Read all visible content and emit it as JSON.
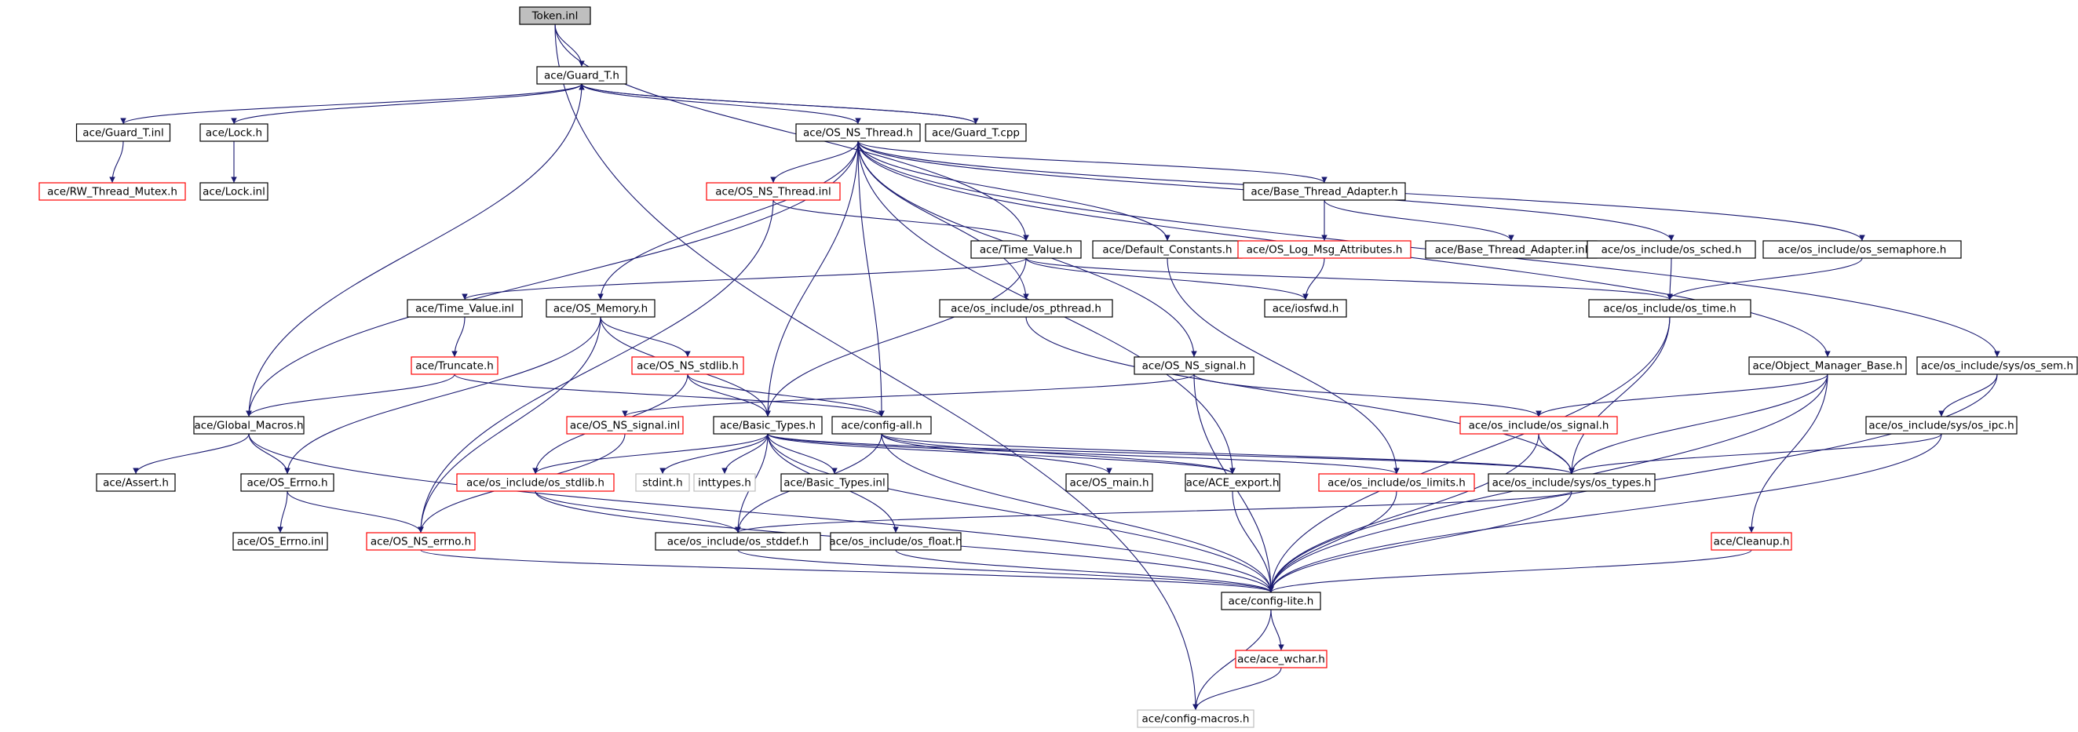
{
  "colors": {
    "edge": "#191970",
    "normal_border": "#000000",
    "truncated_border": "#ff0000",
    "external_border": "#bfbfbf",
    "root_fill": "#bfbfbf",
    "fill": "#ffffff",
    "text": "#000000",
    "external_text": "#404040"
  },
  "nodes": [
    {
      "id": "token_inl",
      "label": "Token.inl",
      "kind": "root"
    },
    {
      "id": "guard_t_h",
      "label": "ace/Guard_T.h",
      "kind": "normal"
    },
    {
      "id": "guard_t_inl",
      "label": "ace/Guard_T.inl",
      "kind": "normal"
    },
    {
      "id": "lock_h",
      "label": "ace/Lock.h",
      "kind": "normal"
    },
    {
      "id": "os_ns_thread_h",
      "label": "ace/OS_NS_Thread.h",
      "kind": "normal"
    },
    {
      "id": "guard_t_cpp",
      "label": "ace/Guard_T.cpp",
      "kind": "normal"
    },
    {
      "id": "rw_thread_mutex_h",
      "label": "ace/RW_Thread_Mutex.h",
      "kind": "truncated"
    },
    {
      "id": "lock_inl",
      "label": "ace/Lock.inl",
      "kind": "normal"
    },
    {
      "id": "os_ns_thread_inl",
      "label": "ace/OS_NS_Thread.inl",
      "kind": "truncated"
    },
    {
      "id": "base_thread_adapter_h",
      "label": "ace/Base_Thread_Adapter.h",
      "kind": "normal"
    },
    {
      "id": "time_value_h",
      "label": "ace/Time_Value.h",
      "kind": "normal"
    },
    {
      "id": "default_constants_h",
      "label": "ace/Default_Constants.h",
      "kind": "normal"
    },
    {
      "id": "os_log_msg_attributes_h",
      "label": "ace/OS_Log_Msg_Attributes.h",
      "kind": "truncated"
    },
    {
      "id": "base_thread_adapter_inl",
      "label": "ace/Base_Thread_Adapter.inl",
      "kind": "normal"
    },
    {
      "id": "os_sched_h",
      "label": "ace/os_include/os_sched.h",
      "kind": "normal"
    },
    {
      "id": "os_semaphore_h",
      "label": "ace/os_include/os_semaphore.h",
      "kind": "normal"
    },
    {
      "id": "time_value_inl",
      "label": "ace/Time_Value.inl",
      "kind": "normal"
    },
    {
      "id": "os_memory_h",
      "label": "ace/OS_Memory.h",
      "kind": "normal"
    },
    {
      "id": "os_pthread_h",
      "label": "ace/os_include/os_pthread.h",
      "kind": "normal"
    },
    {
      "id": "iosfwd_h",
      "label": "ace/iosfwd.h",
      "kind": "normal"
    },
    {
      "id": "os_time_h",
      "label": "ace/os_include/os_time.h",
      "kind": "normal"
    },
    {
      "id": "truncate_h",
      "label": "ace/Truncate.h",
      "kind": "truncated"
    },
    {
      "id": "os_ns_stdlib_h",
      "label": "ace/OS_NS_stdlib.h",
      "kind": "truncated"
    },
    {
      "id": "os_ns_signal_h",
      "label": "ace/OS_NS_signal.h",
      "kind": "normal"
    },
    {
      "id": "object_manager_base_h",
      "label": "ace/Object_Manager_Base.h",
      "kind": "normal"
    },
    {
      "id": "os_sem_h",
      "label": "ace/os_include/sys/os_sem.h",
      "kind": "normal"
    },
    {
      "id": "global_macros_h",
      "label": "ace/Global_Macros.h",
      "kind": "normal"
    },
    {
      "id": "os_ns_signal_inl",
      "label": "ace/OS_NS_signal.inl",
      "kind": "truncated"
    },
    {
      "id": "basic_types_h",
      "label": "ace/Basic_Types.h",
      "kind": "normal"
    },
    {
      "id": "config_all_h",
      "label": "ace/config-all.h",
      "kind": "normal"
    },
    {
      "id": "os_signal_h",
      "label": "ace/os_include/os_signal.h",
      "kind": "truncated"
    },
    {
      "id": "os_ipc_h",
      "label": "ace/os_include/sys/os_ipc.h",
      "kind": "normal"
    },
    {
      "id": "assert_h",
      "label": "ace/Assert.h",
      "kind": "normal"
    },
    {
      "id": "os_errno_h",
      "label": "ace/OS_Errno.h",
      "kind": "normal"
    },
    {
      "id": "os_stdlib_h",
      "label": "ace/os_include/os_stdlib.h",
      "kind": "truncated"
    },
    {
      "id": "stdint_h",
      "label": "stdint.h",
      "kind": "external"
    },
    {
      "id": "inttypes_h",
      "label": "inttypes.h",
      "kind": "external"
    },
    {
      "id": "basic_types_inl",
      "label": "ace/Basic_Types.inl",
      "kind": "normal"
    },
    {
      "id": "os_main_h",
      "label": "ace/OS_main.h",
      "kind": "normal"
    },
    {
      "id": "ace_export_h",
      "label": "ace/ACE_export.h",
      "kind": "normal"
    },
    {
      "id": "os_limits_h",
      "label": "ace/os_include/os_limits.h",
      "kind": "truncated"
    },
    {
      "id": "os_types_h",
      "label": "ace/os_include/sys/os_types.h",
      "kind": "normal"
    },
    {
      "id": "os_errno_inl",
      "label": "ace/OS_Errno.inl",
      "kind": "normal"
    },
    {
      "id": "os_ns_errno_h",
      "label": "ace/OS_NS_errno.h",
      "kind": "truncated"
    },
    {
      "id": "os_stddef_h",
      "label": "ace/os_include/os_stddef.h",
      "kind": "normal"
    },
    {
      "id": "os_float_h",
      "label": "ace/os_include/os_float.h",
      "kind": "normal"
    },
    {
      "id": "cleanup_h",
      "label": "ace/Cleanup.h",
      "kind": "truncated"
    },
    {
      "id": "config_lite_h",
      "label": "ace/config-lite.h",
      "kind": "normal"
    },
    {
      "id": "ace_wchar_h",
      "label": "ace/ace_wchar.h",
      "kind": "truncated"
    },
    {
      "id": "config_macros_h",
      "label": "ace/config-macros.h",
      "kind": "external"
    }
  ],
  "edges": [
    [
      "token_inl",
      "guard_t_h"
    ],
    [
      "token_inl",
      "time_value_h"
    ],
    [
      "token_inl",
      "config_macros_h"
    ],
    [
      "guard_t_h",
      "guard_t_inl"
    ],
    [
      "guard_t_h",
      "lock_h"
    ],
    [
      "guard_t_h",
      "os_ns_thread_h"
    ],
    [
      "guard_t_h",
      "guard_t_cpp"
    ],
    [
      "guard_t_h",
      "global_macros_h"
    ],
    [
      "guard_t_inl",
      "rw_thread_mutex_h"
    ],
    [
      "lock_h",
      "lock_inl"
    ],
    [
      "guard_t_cpp",
      "guard_t_h"
    ],
    [
      "os_ns_thread_h",
      "os_ns_thread_inl"
    ],
    [
      "os_ns_thread_h",
      "base_thread_adapter_h"
    ],
    [
      "os_ns_thread_h",
      "default_constants_h"
    ],
    [
      "os_ns_thread_h",
      "os_sched_h"
    ],
    [
      "os_ns_thread_h",
      "os_semaphore_h"
    ],
    [
      "os_ns_thread_h",
      "os_memory_h"
    ],
    [
      "os_ns_thread_h",
      "os_pthread_h"
    ],
    [
      "os_ns_thread_h",
      "os_ns_signal_h"
    ],
    [
      "os_ns_thread_h",
      "object_manager_base_h"
    ],
    [
      "os_ns_thread_h",
      "os_sem_h"
    ],
    [
      "os_ns_thread_h",
      "global_macros_h"
    ],
    [
      "os_ns_thread_h",
      "basic_types_h"
    ],
    [
      "os_ns_thread_h",
      "config_all_h"
    ],
    [
      "os_ns_thread_h",
      "ace_export_h"
    ],
    [
      "os_ns_thread_inl",
      "time_value_h"
    ],
    [
      "os_ns_thread_inl",
      "os_ns_errno_h"
    ],
    [
      "base_thread_adapter_h",
      "os_log_msg_attributes_h"
    ],
    [
      "base_thread_adapter_h",
      "base_thread_adapter_inl"
    ],
    [
      "default_constants_h",
      "os_limits_h"
    ],
    [
      "os_log_msg_attributes_h",
      "iosfwd_h"
    ],
    [
      "os_sched_h",
      "os_time_h"
    ],
    [
      "os_semaphore_h",
      "os_time_h"
    ],
    [
      "time_value_h",
      "time_value_inl"
    ],
    [
      "time_value_h",
      "iosfwd_h"
    ],
    [
      "time_value_h",
      "os_time_h"
    ],
    [
      "time_value_h",
      "basic_types_h"
    ],
    [
      "time_value_inl",
      "truncate_h"
    ],
    [
      "truncate_h",
      "global_macros_h"
    ],
    [
      "truncate_h",
      "config_all_h"
    ],
    [
      "os_memory_h",
      "os_ns_stdlib_h"
    ],
    [
      "os_memory_h",
      "basic_types_h"
    ],
    [
      "os_memory_h",
      "os_errno_h"
    ],
    [
      "os_memory_h",
      "os_ns_errno_h"
    ],
    [
      "os_ns_stdlib_h",
      "basic_types_h"
    ],
    [
      "os_ns_stdlib_h",
      "config_all_h"
    ],
    [
      "os_ns_stdlib_h",
      "os_stdlib_h"
    ],
    [
      "os_pthread_h",
      "os_types_h"
    ],
    [
      "os_time_h",
      "os_types_h"
    ],
    [
      "os_time_h",
      "config_lite_h"
    ],
    [
      "os_ns_signal_h",
      "os_signal_h"
    ],
    [
      "os_ns_signal_h",
      "os_ns_signal_inl"
    ],
    [
      "os_ns_signal_h",
      "config_lite_h"
    ],
    [
      "os_ns_signal_inl",
      "os_ns_errno_h"
    ],
    [
      "object_manager_base_h",
      "os_signal_h"
    ],
    [
      "object_manager_base_h",
      "os_types_h"
    ],
    [
      "object_manager_base_h",
      "cleanup_h"
    ],
    [
      "object_manager_base_h",
      "config_lite_h"
    ],
    [
      "os_sem_h",
      "os_ipc_h"
    ],
    [
      "os_sem_h",
      "config_lite_h"
    ],
    [
      "os_ipc_h",
      "os_types_h"
    ],
    [
      "os_ipc_h",
      "config_lite_h"
    ],
    [
      "global_macros_h",
      "assert_h"
    ],
    [
      "global_macros_h",
      "os_errno_h"
    ],
    [
      "global_macros_h",
      "config_lite_h"
    ],
    [
      "os_errno_h",
      "os_errno_inl"
    ],
    [
      "os_errno_h",
      "os_ns_errno_h"
    ],
    [
      "basic_types_h",
      "stdint_h"
    ],
    [
      "basic_types_h",
      "inttypes_h"
    ],
    [
      "basic_types_h",
      "basic_types_inl"
    ],
    [
      "basic_types_h",
      "os_stdlib_h"
    ],
    [
      "basic_types_h",
      "os_stddef_h"
    ],
    [
      "basic_types_h",
      "os_float_h"
    ],
    [
      "basic_types_h",
      "os_limits_h"
    ],
    [
      "basic_types_h",
      "os_types_h"
    ],
    [
      "basic_types_h",
      "ace_export_h"
    ],
    [
      "basic_types_h",
      "config_lite_h"
    ],
    [
      "config_all_h",
      "os_main_h"
    ],
    [
      "config_all_h",
      "ace_export_h"
    ],
    [
      "config_all_h",
      "config_lite_h"
    ],
    [
      "config_all_h",
      "os_stddef_h"
    ],
    [
      "config_all_h",
      "os_types_h"
    ],
    [
      "os_signal_h",
      "os_types_h"
    ],
    [
      "os_signal_h",
      "config_lite_h"
    ],
    [
      "os_stdlib_h",
      "os_stddef_h"
    ],
    [
      "os_stdlib_h",
      "config_lite_h"
    ],
    [
      "os_types_h",
      "os_stddef_h"
    ],
    [
      "os_types_h",
      "config_lite_h"
    ],
    [
      "os_limits_h",
      "config_lite_h"
    ],
    [
      "ace_export_h",
      "config_lite_h"
    ],
    [
      "os_ns_errno_h",
      "config_lite_h"
    ],
    [
      "os_stddef_h",
      "config_lite_h"
    ],
    [
      "os_float_h",
      "config_lite_h"
    ],
    [
      "cleanup_h",
      "config_lite_h"
    ],
    [
      "config_lite_h",
      "ace_wchar_h"
    ],
    [
      "config_lite_h",
      "config_macros_h"
    ],
    [
      "ace_wchar_h",
      "config_macros_h"
    ]
  ]
}
